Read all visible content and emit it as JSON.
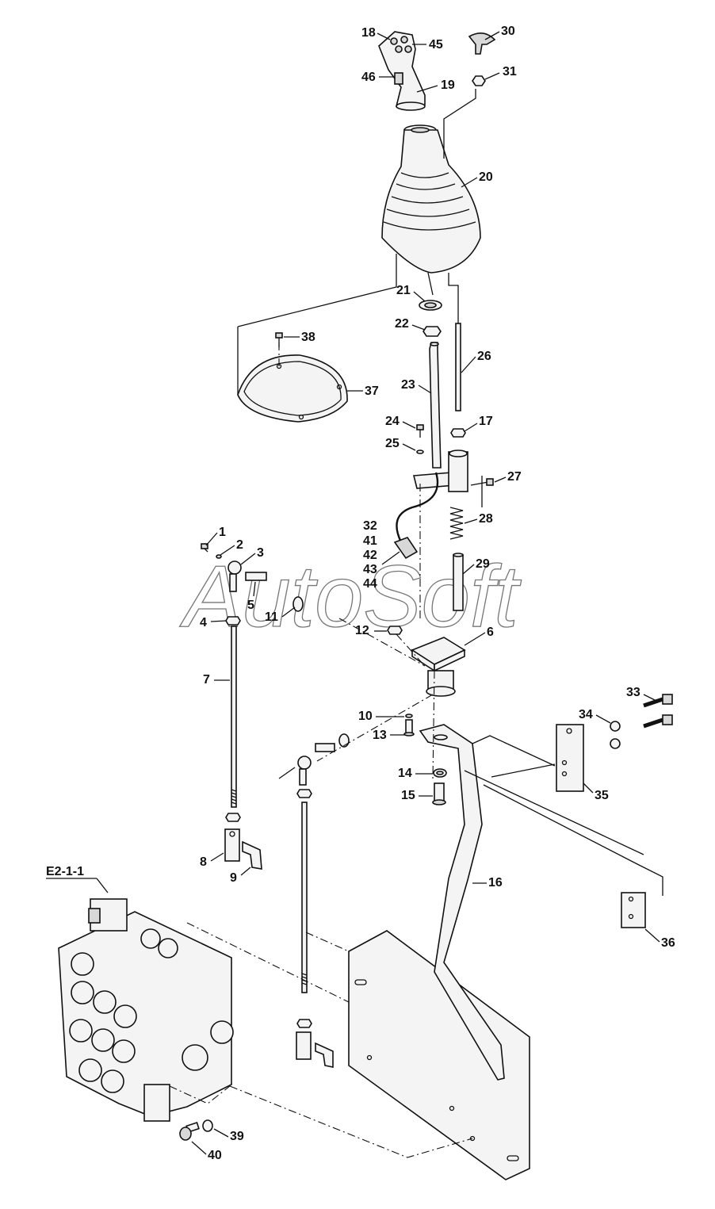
{
  "watermark": "AutoSoft",
  "reference_label": "E2-1-1",
  "callouts": {
    "c1": "1",
    "c2": "2",
    "c3": "3",
    "c4": "4",
    "c5": "5",
    "c6": "6",
    "c7": "7",
    "c8": "8",
    "c9": "9",
    "c10": "10",
    "c11": "11",
    "c12": "12",
    "c13": "13",
    "c14": "14",
    "c15": "15",
    "c16": "16",
    "c17": "17",
    "c18": "18",
    "c19": "19",
    "c20": "20",
    "c21": "21",
    "c22": "22",
    "c23": "23",
    "c24": "24",
    "c25": "25",
    "c26": "26",
    "c27": "27",
    "c28": "28",
    "c29": "29",
    "c30": "30",
    "c31": "31",
    "c32": "32",
    "c33": "33",
    "c34": "34",
    "c35": "35",
    "c36": "36",
    "c37": "37",
    "c38": "38",
    "c39": "39",
    "c40": "40",
    "c41": "41",
    "c42": "42",
    "c43": "43",
    "c44": "44",
    "c45": "45",
    "c46": "46"
  }
}
